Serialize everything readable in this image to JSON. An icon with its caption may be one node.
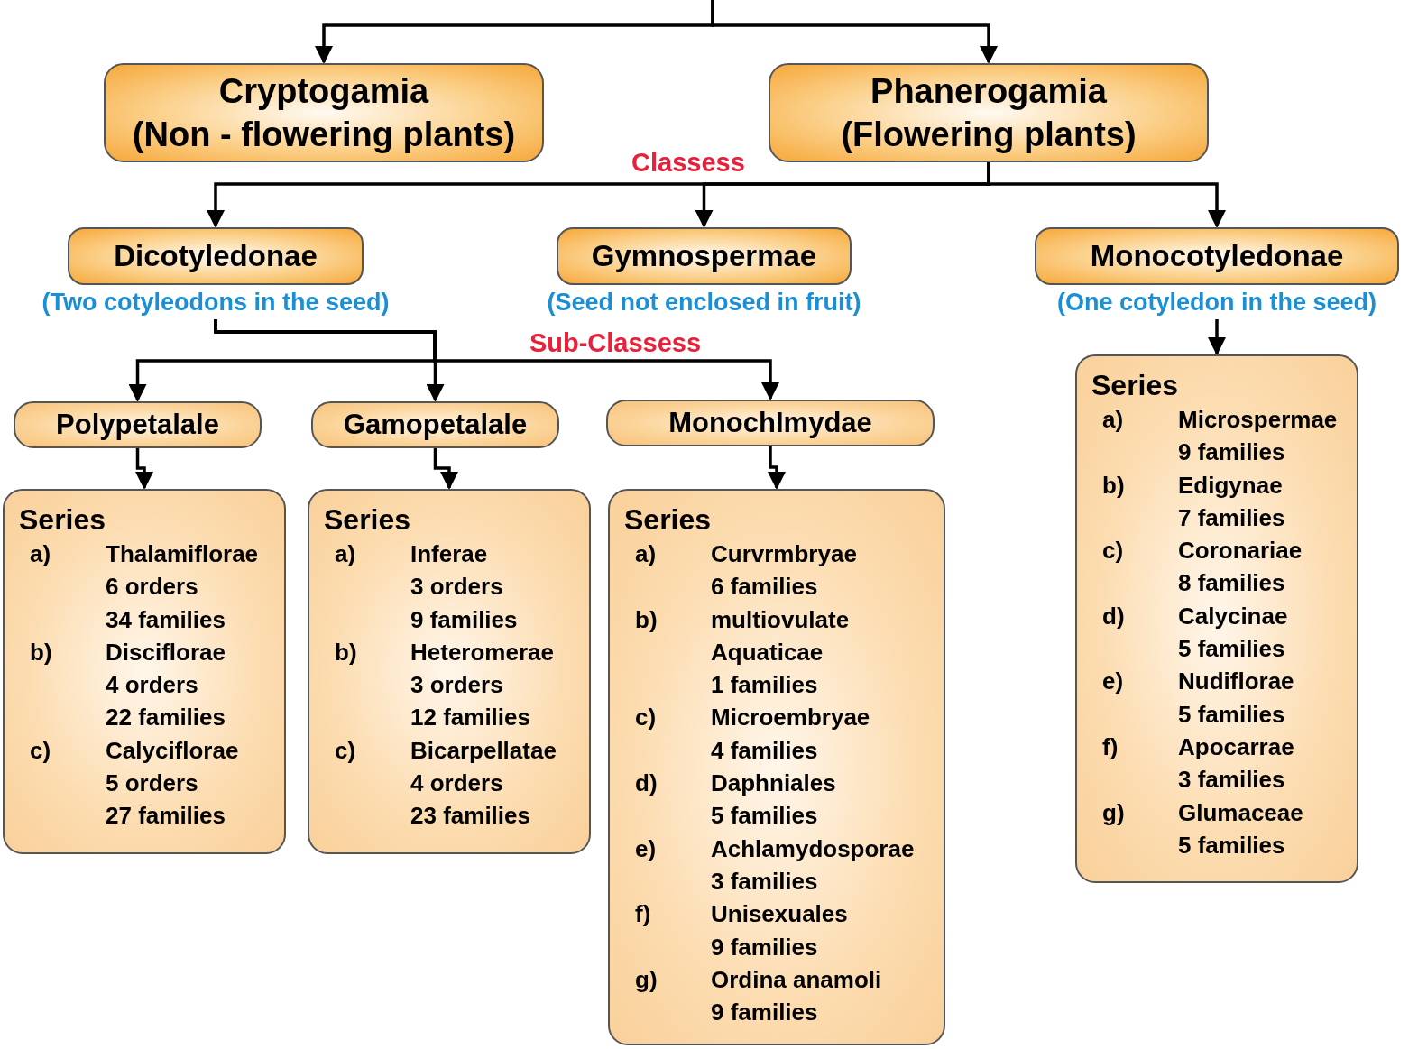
{
  "diagram": {
    "nodes": [
      {
        "text": [
          "Cryptogamia",
          "(Non - flowering plants)"
        ]
      },
      {
        "text": [
          "Phanerogamia",
          "(Flowering plants)"
        ]
      },
      {
        "text": [
          "Dicotyledonae"
        ],
        "beside": [
          "(Two cotyleodons in the seed)"
        ]
      },
      {
        "text": [
          "Gymnospermae"
        ],
        "beside": [
          "(Seed not enclosed in fruit)"
        ]
      },
      {
        "text": [
          "Monocotyledonae"
        ],
        "beside": [
          "(One cotyledon in the seed)"
        ]
      },
      {
        "text": [
          "Polypetalale"
        ]
      },
      {
        "text": [
          "Gamopetalale"
        ]
      },
      {
        "text": [
          "MonochImydae"
        ]
      },
      {
        "text": [
          "Series",
          "a)",
          "Thalamiflorae",
          "6 orders",
          "34 families",
          "b)",
          "Disciflorae",
          "4 orders",
          "22 families",
          "c)",
          "Calyciflorae",
          "5 orders",
          "27 families"
        ]
      },
      {
        "text": [
          "Series",
          "a)",
          "Inferae",
          "3 orders",
          "9 families",
          "b)",
          "Heteromerae",
          "3 orders",
          "12 families",
          "c)",
          "Bicarpellatae",
          "4 orders",
          "23 families"
        ]
      },
      {
        "text": [
          "Series",
          "a)",
          "Curvrmbryae",
          "6 families",
          "b)",
          "multiovulate",
          "Aquaticae",
          "1 families",
          "c)",
          "Microembryae",
          "4 families",
          "d)",
          "Daphniales",
          "5 families",
          "e)",
          "Achlamydosporae",
          "3 families",
          "f)",
          "Unisexuales",
          "9 families",
          "g)",
          "Ordina anamoli",
          "9 families"
        ]
      },
      {
        "text": [
          "Series",
          "a)",
          "Microspermae",
          "9 families",
          "b)",
          "Edigynae",
          "7 families",
          "c)",
          "Coronariae",
          "8 families",
          "d)",
          "Calycinae",
          "5 families",
          "e)",
          "Nudiflorae",
          "5 families",
          "f)",
          "Apocarrae",
          "3 families",
          "g)",
          "Glumaceae",
          "5 families"
        ]
      }
    ],
    "edges": [
      {
        "from": null,
        "to": 0,
        "arrow": "to"
      },
      {
        "from": null,
        "to": 1,
        "arrow": "to"
      },
      {
        "from": 1,
        "to": 2,
        "arrow": "to"
      },
      {
        "from": 1,
        "to": 3,
        "arrow": "to",
        "label": "Classess"
      },
      {
        "from": 1,
        "to": 4,
        "arrow": "to"
      },
      {
        "from": 2,
        "to": 5,
        "arrow": "to"
      },
      {
        "from": 2,
        "to": 6,
        "arrow": "to"
      },
      {
        "from": 2,
        "to": 7,
        "arrow": "to",
        "label": "Sub-Classess"
      },
      {
        "from": 5,
        "to": 8,
        "arrow": "to"
      },
      {
        "from": 6,
        "to": 9,
        "arrow": "to"
      },
      {
        "from": 7,
        "to": 10,
        "arrow": "to"
      },
      {
        "from": 4,
        "to": 11,
        "arrow": "to"
      }
    ]
  }
}
